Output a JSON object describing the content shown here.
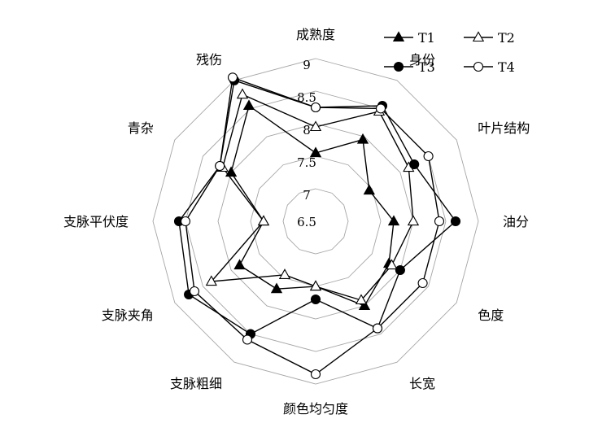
{
  "chart_data": {
    "type": "radar",
    "title": "",
    "categories": [
      "成熟度",
      "身份",
      "叶片结构",
      "油分",
      "色度",
      "长宽",
      "颜色均匀度",
      "支脉粗细",
      "支脉夹角",
      "支脉平伏度",
      "青杂",
      "残伤"
    ],
    "r_ticks": [
      6.5,
      7,
      7.5,
      8,
      8.5,
      9
    ],
    "rlim": [
      6.5,
      9
    ],
    "grid": true,
    "legend_position": "top-right",
    "series": [
      {
        "name": "T1",
        "marker": "filled-triangle",
        "values": [
          7.55,
          7.95,
          7.45,
          7.7,
          7.8,
          8.0,
          7.5,
          7.7,
          7.85,
          7.3,
          8.0,
          8.55
        ]
      },
      {
        "name": "T2",
        "marker": "open-triangle",
        "values": [
          7.95,
          8.45,
          8.15,
          8.0,
          7.85,
          7.9,
          7.5,
          7.45,
          8.35,
          7.3,
          8.15,
          8.75
        ]
      },
      {
        "name": "T3",
        "marker": "filled-circle",
        "values": [
          8.25,
          8.55,
          8.25,
          8.65,
          8.0,
          8.4,
          7.7,
          8.5,
          8.75,
          8.6,
          8.2,
          9.0
        ]
      },
      {
        "name": "T4",
        "marker": "open-circle",
        "values": [
          8.25,
          8.5,
          8.5,
          8.4,
          8.4,
          8.4,
          8.85,
          8.6,
          8.65,
          8.5,
          8.2,
          9.05
        ]
      }
    ]
  }
}
